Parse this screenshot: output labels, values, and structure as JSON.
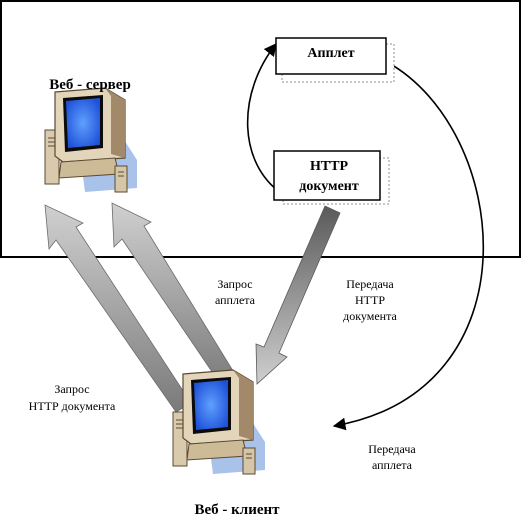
{
  "server": {
    "title": "Веб - сервер"
  },
  "client": {
    "title": "Веб - клиент"
  },
  "boxes": {
    "applet": "Апплет",
    "http_line1": "НТТР",
    "http_line2": "документ"
  },
  "labels": {
    "request_applet_1": "Запрос",
    "request_applet_2": "апплета",
    "request_http_1": "Запрос",
    "request_http_2": "НТТР документа",
    "transfer_http_1": "Передача",
    "transfer_http_2": "НТТР",
    "transfer_http_3": "документа",
    "transfer_applet_1": "Передача",
    "transfer_applet_2": "апплета"
  }
}
